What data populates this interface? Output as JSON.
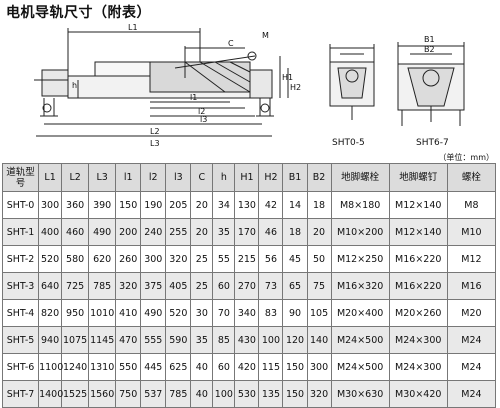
{
  "title": "电机导轨尺寸（附表）",
  "drawing": {
    "labels": [
      "L1",
      "L2",
      "L3",
      "l1",
      "l2",
      "l3",
      "C",
      "M",
      "h",
      "H1",
      "H2",
      "B1",
      "B2"
    ],
    "view1": "SHT0-5",
    "view2": "SHT6-7"
  },
  "unit_note": "（单位：mm）",
  "table": {
    "headers": [
      "道轨型号",
      "L1",
      "L2",
      "L3",
      "l1",
      "l2",
      "l3",
      "C",
      "h",
      "H1",
      "H2",
      "B1",
      "B2",
      "地脚螺栓",
      "地脚螺钉",
      "螺栓"
    ],
    "rows": [
      [
        "SHT-0",
        "300",
        "360",
        "390",
        "150",
        "190",
        "205",
        "20",
        "34",
        "130",
        "42",
        "14",
        "18",
        "M8×180",
        "M12×140",
        "M8"
      ],
      [
        "SHT-1",
        "400",
        "460",
        "490",
        "200",
        "240",
        "255",
        "20",
        "35",
        "170",
        "46",
        "18",
        "20",
        "M10×200",
        "M12×140",
        "M10"
      ],
      [
        "SHT-2",
        "520",
        "580",
        "620",
        "260",
        "300",
        "320",
        "25",
        "55",
        "215",
        "56",
        "45",
        "50",
        "M12×250",
        "M16×220",
        "M12"
      ],
      [
        "SHT-3",
        "640",
        "725",
        "785",
        "320",
        "375",
        "405",
        "25",
        "60",
        "270",
        "73",
        "65",
        "75",
        "M16×320",
        "M16×220",
        "M16"
      ],
      [
        "SHT-4",
        "820",
        "950",
        "1010",
        "410",
        "490",
        "520",
        "30",
        "70",
        "340",
        "83",
        "90",
        "105",
        "M20×400",
        "M20×260",
        "M20"
      ],
      [
        "SHT-5",
        "940",
        "1075",
        "1145",
        "470",
        "555",
        "590",
        "35",
        "85",
        "430",
        "100",
        "120",
        "140",
        "M24×500",
        "M24×300",
        "M24"
      ],
      [
        "SHT-6",
        "1100",
        "1240",
        "1310",
        "550",
        "445",
        "625",
        "40",
        "60",
        "420",
        "115",
        "150",
        "300",
        "M24×500",
        "M24×300",
        "M24"
      ],
      [
        "SHT-7",
        "1400",
        "1525",
        "1560",
        "750",
        "537",
        "785",
        "40",
        "100",
        "530",
        "135",
        "150",
        "320",
        "M30×630",
        "M30×420",
        "M24"
      ]
    ]
  }
}
